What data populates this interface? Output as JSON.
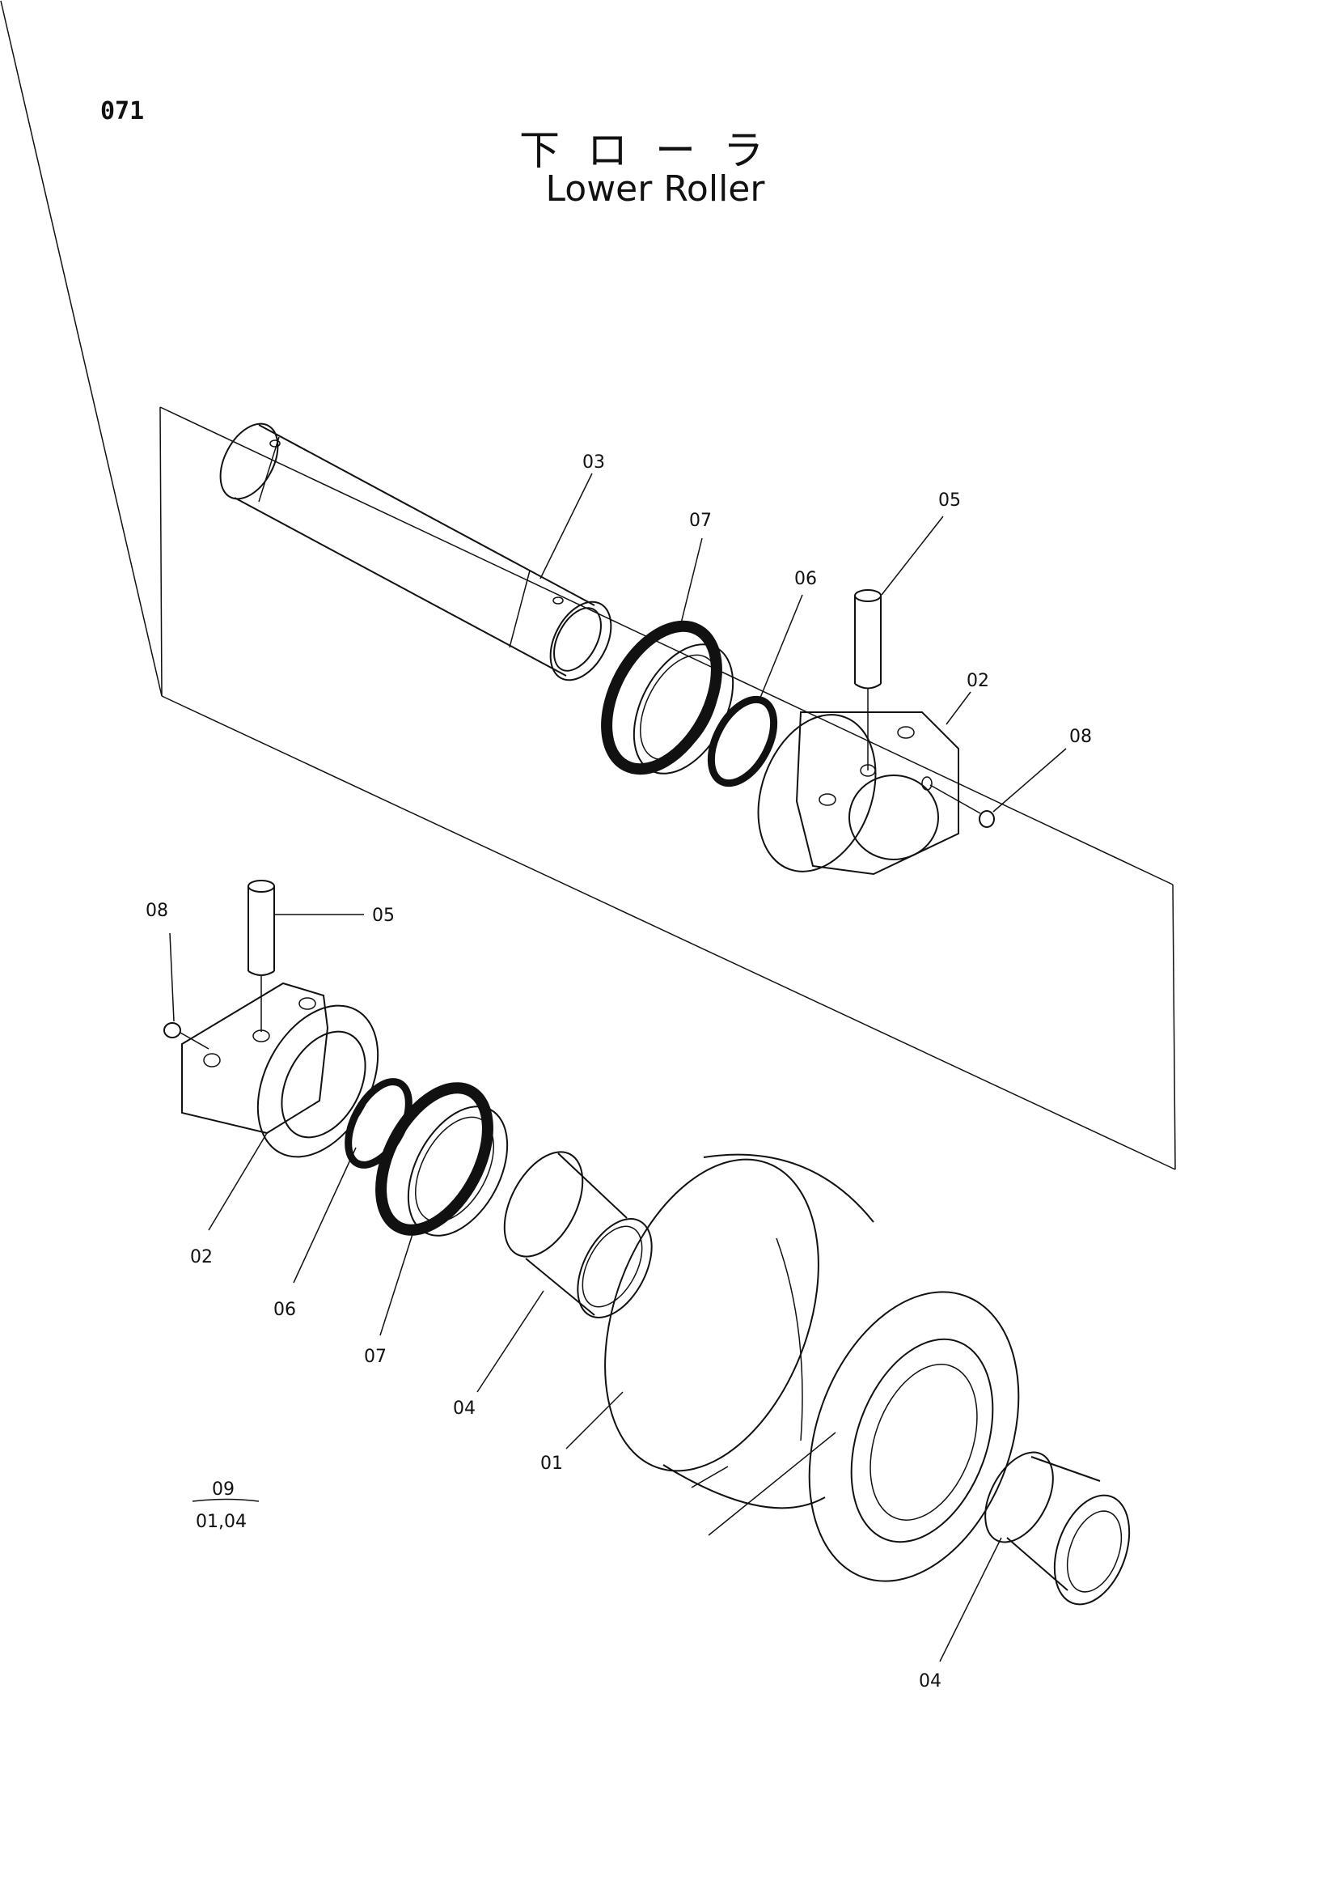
{
  "page_number": "071",
  "title_jp": "下ローラ",
  "title_en": "Lower Roller",
  "parts": {
    "p03_top": "03",
    "p07_top": "07",
    "p06_top": "06",
    "p05_top": "05",
    "p02_top": "02",
    "p08_top": "08",
    "p08_left": "08",
    "p05_left": "05",
    "p02_left": "02",
    "p06_left": "06",
    "p07_left": "07",
    "p04_mid": "04",
    "p01": "01",
    "p04_right": "04"
  },
  "kit_note": {
    "numerator": "09",
    "denominator": "01,04"
  }
}
